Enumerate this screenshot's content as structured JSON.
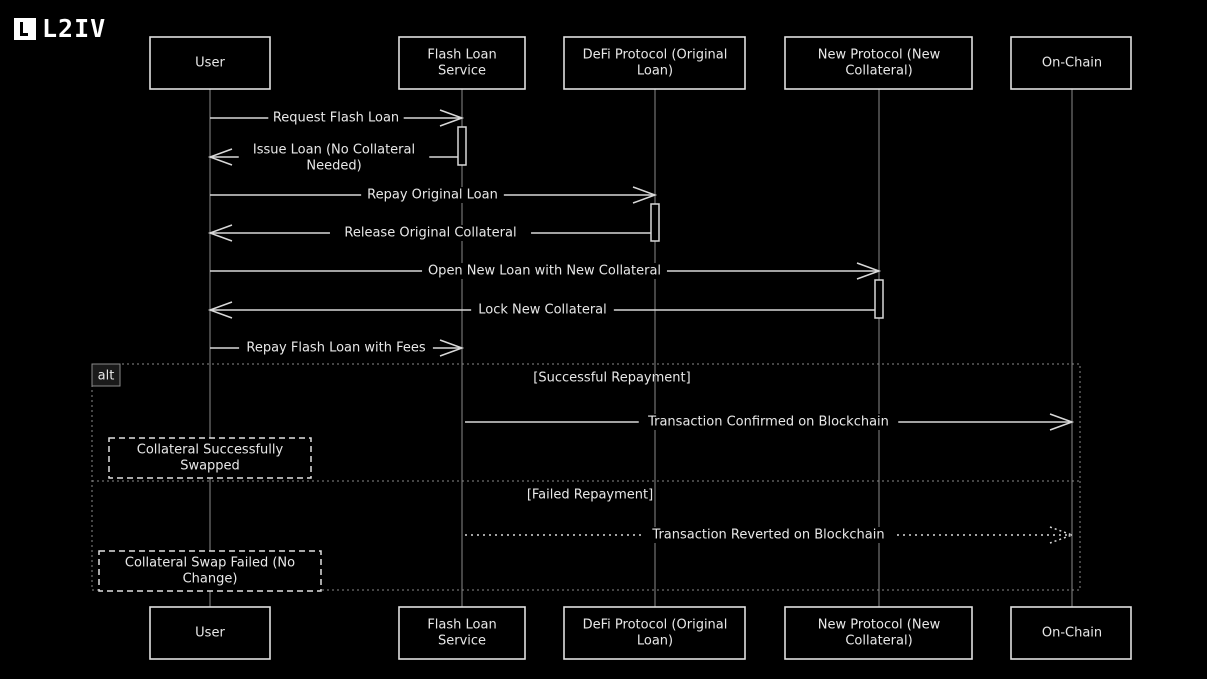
{
  "brand": {
    "logo_text": "L2IV"
  },
  "participants": [
    {
      "id": "user",
      "lines": [
        "User"
      ]
    },
    {
      "id": "flash",
      "lines": [
        "Flash Loan",
        "Service"
      ]
    },
    {
      "id": "defi",
      "lines": [
        "DeFi Protocol (Original",
        "Loan)"
      ]
    },
    {
      "id": "newp",
      "lines": [
        "New Protocol (New",
        "Collateral)"
      ]
    },
    {
      "id": "chain",
      "lines": [
        "On-Chain"
      ]
    }
  ],
  "messages": [
    {
      "from": "user",
      "to": "flash",
      "lines": [
        "Request Flash Loan"
      ],
      "style": "solid"
    },
    {
      "from": "flash",
      "to": "user",
      "lines": [
        "Issue Loan (No Collateral",
        "Needed)"
      ],
      "style": "solid"
    },
    {
      "from": "user",
      "to": "defi",
      "lines": [
        "Repay Original Loan"
      ],
      "style": "solid"
    },
    {
      "from": "defi",
      "to": "user",
      "lines": [
        "Release Original Collateral"
      ],
      "style": "solid"
    },
    {
      "from": "user",
      "to": "newp",
      "lines": [
        "Open New Loan with New Collateral"
      ],
      "style": "solid"
    },
    {
      "from": "newp",
      "to": "user",
      "lines": [
        "Lock New Collateral"
      ],
      "style": "solid"
    },
    {
      "from": "user",
      "to": "flash",
      "lines": [
        "Repay Flash Loan with Fees"
      ],
      "style": "solid"
    },
    {
      "from": "flash",
      "to": "chain",
      "lines": [
        "Transaction Confirmed on Blockchain"
      ],
      "style": "solid"
    },
    {
      "from": "flash",
      "to": "chain",
      "lines": [
        "Transaction Reverted on Blockchain"
      ],
      "style": "dotted"
    }
  ],
  "alt": {
    "tag": "alt",
    "sections": [
      "[Successful Repayment]",
      "[Failed Repayment]"
    ]
  },
  "notes": [
    {
      "lines": [
        "Collateral Successfully",
        "Swapped"
      ]
    },
    {
      "lines": [
        "Collateral Swap Failed (No",
        "Change)"
      ]
    }
  ]
}
